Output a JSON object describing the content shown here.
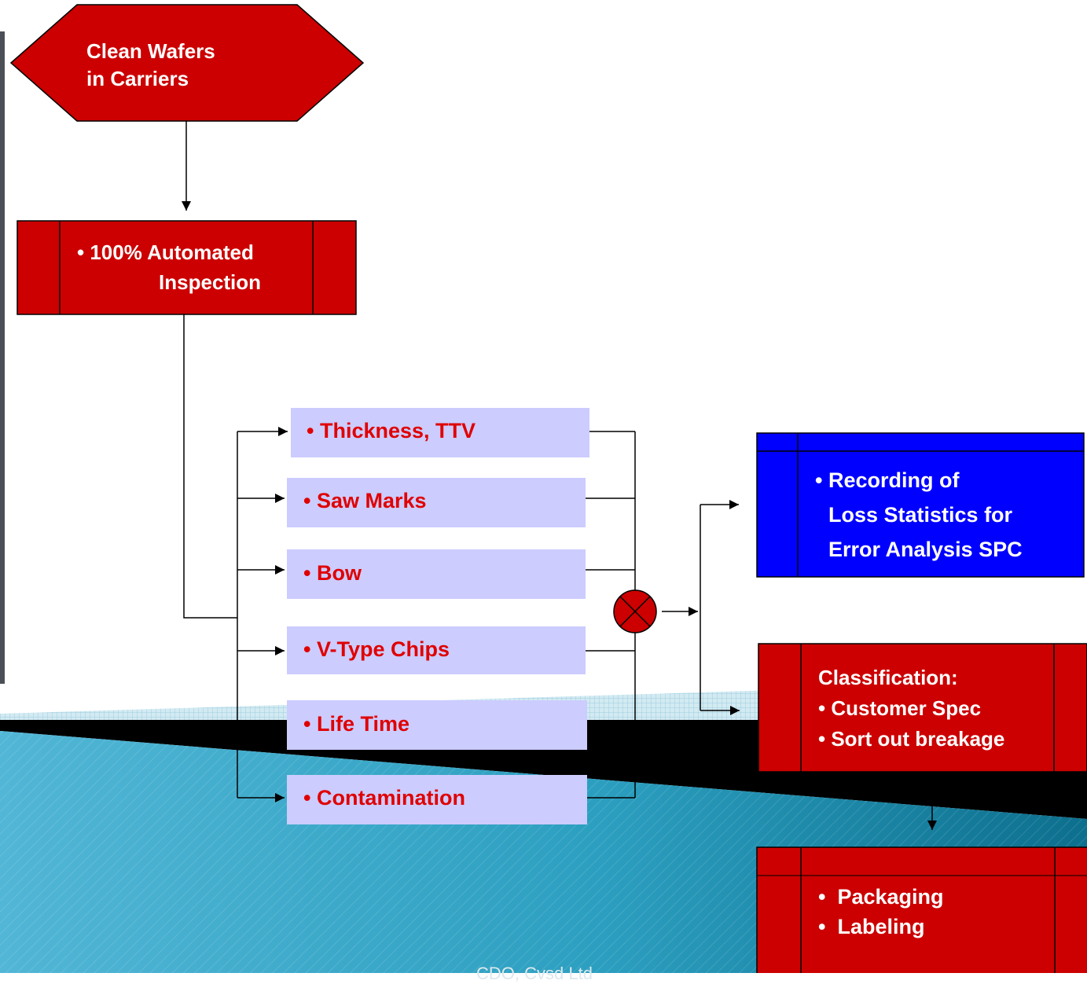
{
  "colors": {
    "red_box": "#cc0000",
    "blue_box": "#0000ff",
    "lavender_box": "#ccccff",
    "red_text": "#e00000",
    "teal_background": "#2aa0c0",
    "black_band": "#000000"
  },
  "start_node": {
    "line1": "Clean Wafers",
    "line2": "in Carriers"
  },
  "inspection_node": {
    "line1": "• 100% Automated",
    "line2": "Inspection"
  },
  "checks": [
    "• Thickness, TTV",
    "• Saw Marks",
    "• Bow",
    "• V-Type Chips",
    "• Life Time",
    "• Contamination"
  ],
  "junction_icon": "circle-x-icon",
  "recording_node": {
    "line1": "• Recording of",
    "line2": "Loss Statistics for",
    "line3": "Error Analysis SPC"
  },
  "classification_node": {
    "title": "Classification:",
    "line1": "• Customer Spec",
    "line2": "• Sort out breakage"
  },
  "packaging_node": {
    "line1": "•  Packaging",
    "line2": "•  Labeling"
  },
  "footer_text": "CDO, Cvsd Ltd"
}
